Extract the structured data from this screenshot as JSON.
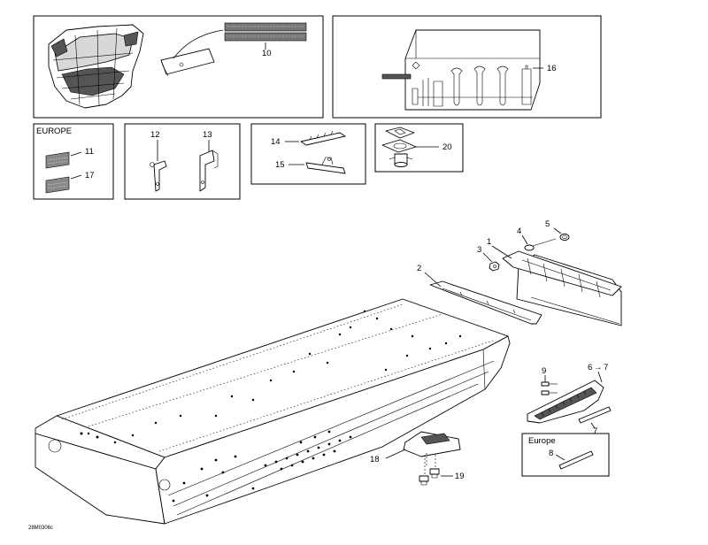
{
  "box_labels": {
    "europe_upper": "EUROPE",
    "europe_lower": "Europe"
  },
  "callouts": {
    "c1": "1",
    "c2": "2",
    "c3": "3",
    "c4": "4",
    "c5": "5",
    "c6": "6",
    "c6_arrow": "→",
    "c6_target": "7",
    "c7": "7",
    "c8": "8",
    "c9": "9",
    "c10": "10",
    "c11": "11",
    "c12": "12",
    "c13": "13",
    "c14": "14",
    "c15": "15",
    "c16": "16",
    "c17": "17",
    "c18": "18",
    "c19": "19",
    "c20": "20"
  },
  "reference_code": "28M0306c"
}
